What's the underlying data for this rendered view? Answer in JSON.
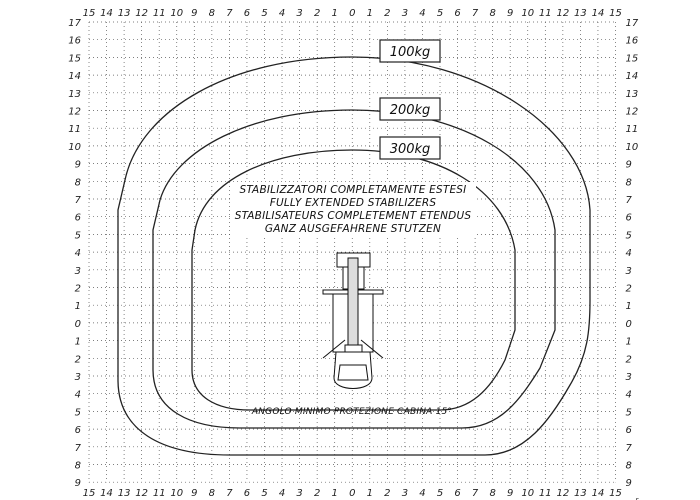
{
  "x_labels": [
    "15",
    "14",
    "13",
    "12",
    "11",
    "10",
    "9",
    "8",
    "7",
    "6",
    "5",
    "4",
    "3",
    "2",
    "1",
    "0",
    "1",
    "2",
    "3",
    "4",
    "5",
    "6",
    "7",
    "8",
    "9",
    "10",
    "11",
    "12",
    "13",
    "14",
    "15"
  ],
  "y_labels": [
    "17",
    "16",
    "15",
    "14",
    "13",
    "12",
    "11",
    "10",
    "9",
    "8",
    "7",
    "6",
    "5",
    "4",
    "3",
    "2",
    "1",
    "0",
    "1",
    "2",
    "3",
    "4",
    "5",
    "6",
    "7",
    "8",
    "9"
  ],
  "corner_mark": "r",
  "load_curves": [
    {
      "label": "100kg"
    },
    {
      "label": "200kg"
    },
    {
      "label": "300kg"
    }
  ],
  "caption": [
    "STABILIZZATORI COMPLETAMENTE ESTESI",
    "FULLY EXTENDED STABILIZERS",
    "STABILISATEURS COMPLETEMENT ETENDUS",
    "GANZ AUSGEFAHRENE STUTZEN"
  ],
  "cabin_note": "ANGOLO MINIMO PROTEZIONE CABINA 15°"
}
